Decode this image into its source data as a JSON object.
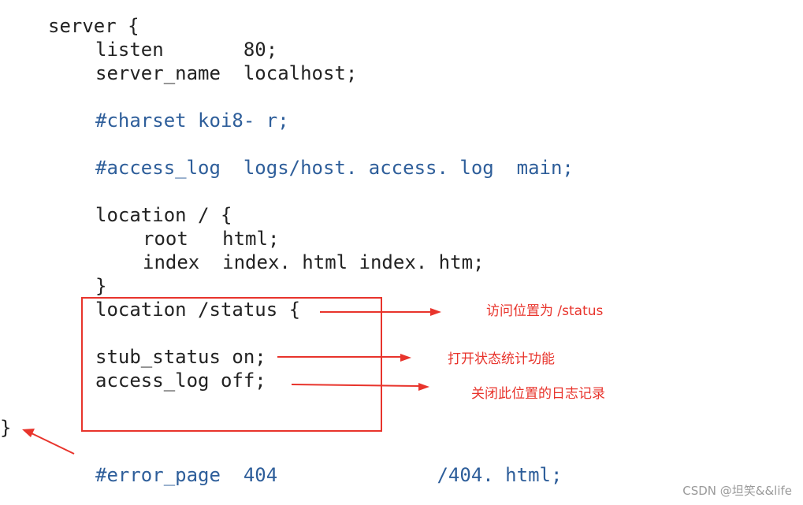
{
  "code_lines": {
    "l1": "server {",
    "l2": "listen       80;",
    "l3": "server_name  localhost;",
    "l4": "#charset koi8- r;",
    "l5": "#access_log  logs/host. access. log  main;",
    "l6": "location / {",
    "l7": "root   html;",
    "l8": "index  index. html index. htm;",
    "l9": "}",
    "l10": "location /status {",
    "l11": "stub_status on;",
    "l12": "access_log off;",
    "l13": "}",
    "l14": "#error_page  404              /404. html;"
  },
  "annotations": {
    "a1": "访问位置为 /status",
    "a2": "打开状态统计功能",
    "a3": "关闭此位置的日志记录"
  },
  "watermark": "CSDN @坦笑&&life",
  "colors": {
    "code": "#222222",
    "comment": "#2e5e9a",
    "annotation": "#e8342c"
  }
}
